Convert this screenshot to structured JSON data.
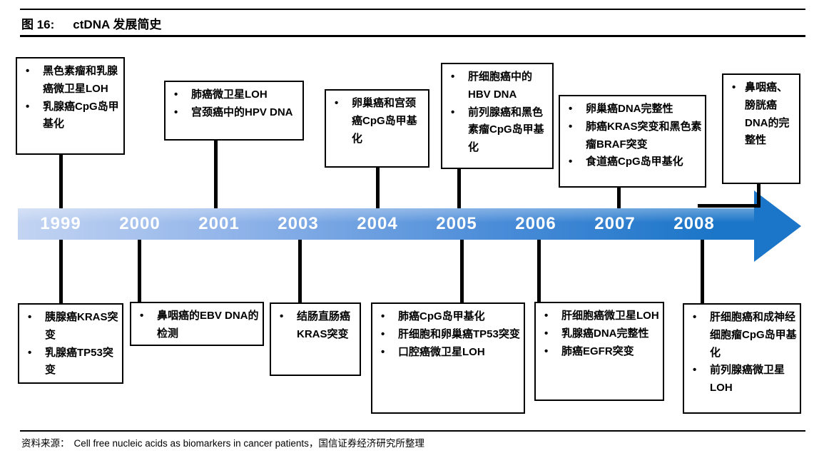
{
  "header": {
    "figure_label": "图 16:",
    "title": "ctDNA 发展简史"
  },
  "timeline": {
    "years": [
      "1999",
      "2000",
      "2001",
      "2003",
      "2004",
      "2005",
      "2006",
      "2007",
      "2008"
    ],
    "bar_gradient_start": "#c3d4f2",
    "bar_gradient_end": "#1b75c8",
    "arrow_color": "#1b75c8"
  },
  "events_above": [
    {
      "year": "1999",
      "items": [
        "黑色素瘤和乳腺癌微卫星LOH",
        "乳腺癌CpG岛甲基化"
      ]
    },
    {
      "year": "2001",
      "items": [
        "肺癌微卫星LOH",
        "宫颈癌中的HPV DNA"
      ]
    },
    {
      "year": "2004",
      "items": [
        "卵巢癌和宫颈癌CpG岛甲基化"
      ]
    },
    {
      "year": "2005",
      "items": [
        "肝细胞癌中的HBV DNA",
        "前列腺癌和黑色素瘤CpG岛甲基化"
      ]
    },
    {
      "year": "2007",
      "items": [
        "卵巢癌DNA完整性",
        "肺癌KRAS突变和黑色素瘤BRAF突变",
        "食道癌CpG岛甲基化"
      ]
    },
    {
      "year": "2008",
      "items": [
        "鼻咽癌、膀胱癌DNA的完整性"
      ]
    }
  ],
  "events_below": [
    {
      "year": "1999",
      "items": [
        "胰腺癌KRAS突变",
        "乳腺癌TP53突变"
      ]
    },
    {
      "year": "2000",
      "items": [
        "鼻咽癌的EBV DNA的检测"
      ]
    },
    {
      "year": "2003",
      "items": [
        "结肠直肠癌KRAS突变"
      ]
    },
    {
      "year": "2005",
      "items": [
        "肺癌CpG岛甲基化",
        "肝细胞和卵巢癌TP53突变",
        "口腔癌微卫星LOH"
      ]
    },
    {
      "year": "2006",
      "items": [
        "肝细胞癌微卫星LOH",
        "乳腺癌DNA完整性",
        "肺癌EGFR突变"
      ]
    },
    {
      "year": "2008",
      "items": [
        "肝细胞癌和成神经细胞瘤CpG岛甲基化",
        "前列腺癌微卫星LOH"
      ]
    }
  ],
  "footer": {
    "source_label": "资料来源：",
    "source_text": "Cell free nucleic acids as biomarkers in cancer patients，国信证券经济研究所整理"
  }
}
